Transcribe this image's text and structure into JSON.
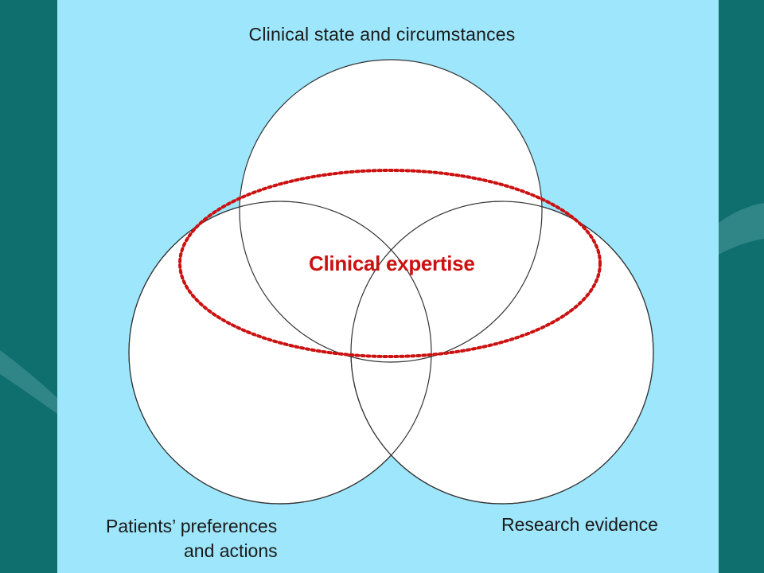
{
  "colors": {
    "slide_background": "#0f6e6e",
    "panel_background": "#9ee6fb",
    "circle_fill": "#ffffff",
    "circle_stroke": "#333333",
    "expertise_ellipse": "#cc1111",
    "expertise_text": "#cc1111"
  },
  "diagram": {
    "top_circle_label": "Clinical state and circumstances",
    "left_circle_label_line1": "Patients’ preferences",
    "left_circle_label_line2": "and actions",
    "right_circle_label": "Research evidence",
    "center_ellipse_label": "Clinical expertise",
    "center_ellipse_style": "dotted"
  }
}
